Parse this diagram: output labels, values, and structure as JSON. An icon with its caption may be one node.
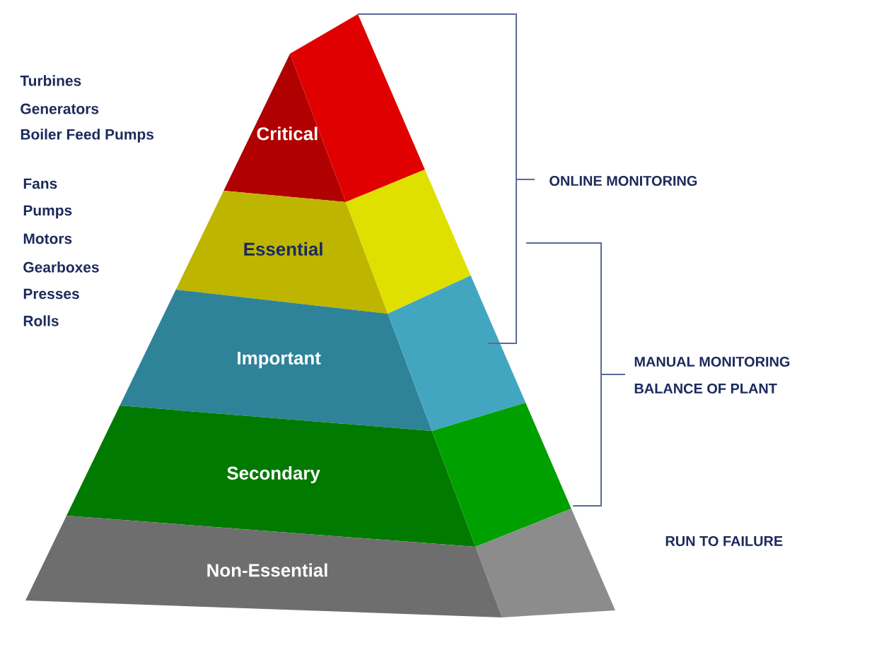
{
  "diagram": {
    "nodes": [
      {
        "text": [
          "Critical"
        ]
      },
      {
        "text": [
          "Essential"
        ]
      },
      {
        "text": [
          "Important"
        ]
      },
      {
        "text": [
          "Secondary"
        ]
      },
      {
        "text": [
          "Non-Essential"
        ]
      }
    ],
    "labels": [
      "Turbines",
      "Generators",
      "Boiler Feed Pumps",
      "Fans",
      "Pumps",
      "Motors",
      "Gearboxes",
      "Presses",
      "Rolls",
      "ONLINE MONITORING",
      "MANUAL MONITORING",
      "BALANCE OF PLANT",
      "RUN TO FAILURE"
    ]
  }
}
